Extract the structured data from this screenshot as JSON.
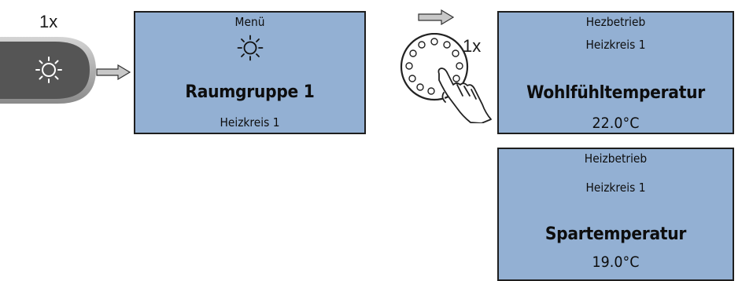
{
  "steps": {
    "button_press_count": "1x",
    "knob_turn_count": "1x"
  },
  "icons": {
    "button_icon": "sun-icon",
    "menu_icon": "sun-icon",
    "arrows": "arrow-right-icon",
    "knob": "rotary-knob-icon",
    "hand": "pointing-hand-icon"
  },
  "colors": {
    "lcd_background": "#93b0d3",
    "button_body": "#555555",
    "arrow_fill": "#c8c8c8"
  },
  "menu_screen": {
    "title": "Menü",
    "heading": "Raumgruppe 1",
    "subtitle": "Heizkreis 1"
  },
  "comfort_screen": {
    "mode": "Hezbetrieb",
    "circuit": "Heizkreis 1",
    "label": "Wohlfühltemperatur",
    "value": "22.0°C"
  },
  "eco_screen": {
    "mode": "Heizbetrieb",
    "circuit": "Heizkreis 1",
    "label": "Spartemperatur",
    "value": "19.0°C"
  }
}
